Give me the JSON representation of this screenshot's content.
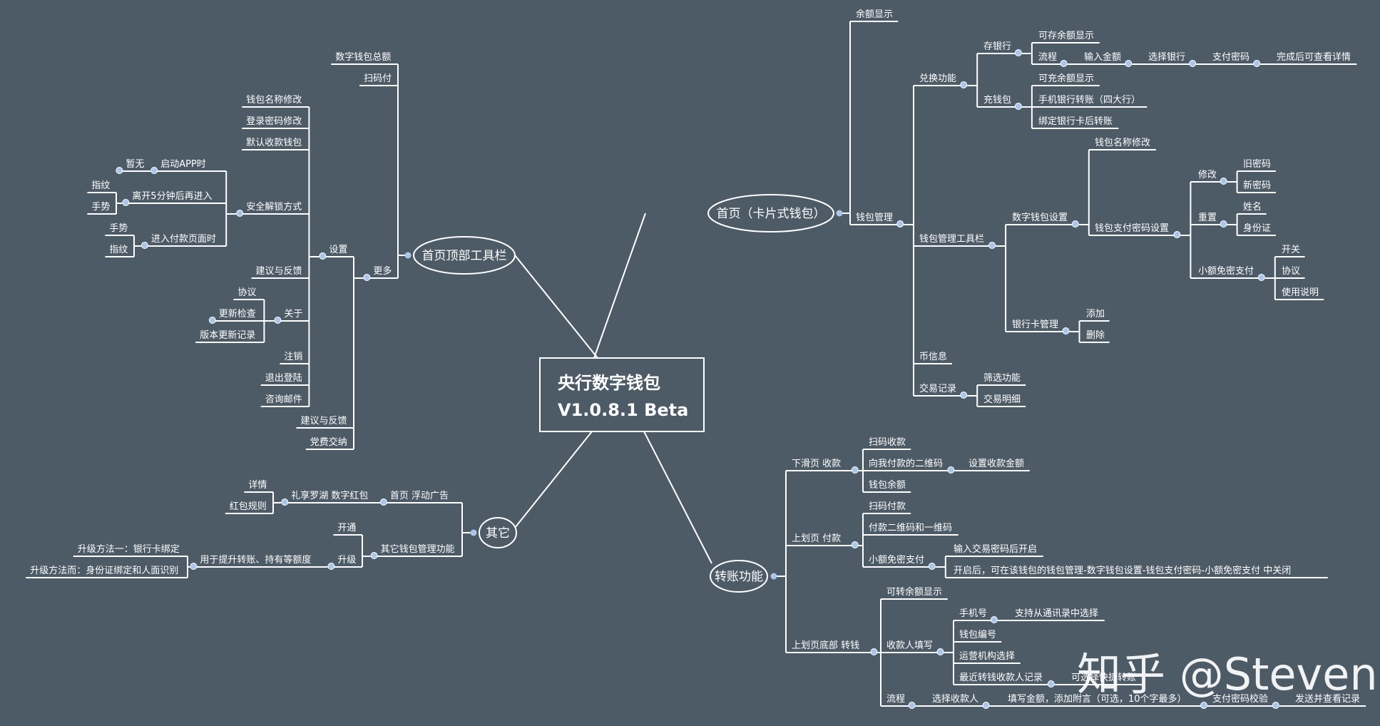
{
  "colors": {
    "background": "#4d5b66",
    "line": "#ffffff",
    "text": "#ffffff",
    "dot": "#a9c6ea"
  },
  "root": {
    "line1": "央行数字钱包",
    "line2": "V1.0.8.1 Beta"
  },
  "main": {
    "home": "首页（卡片式钱包）",
    "toolbar": "首页顶部工具栏",
    "transfer": "转账功能",
    "other": "其它"
  },
  "watermark": "知乎 @Steven",
  "nodes": {
    "h_balance": "余额显示",
    "h_exchange": "兑换功能",
    "h_deposit": "存银行",
    "h_dep_show": "可存余额显示",
    "h_dep_flow": "流程",
    "h_dep_amount": "输入金额",
    "h_dep_bank": "选择银行",
    "h_dep_pay": "支付密码",
    "h_dep_done": "完成后可查看详情",
    "h_charge": "充钱包",
    "h_chg_show": "可充余额显示",
    "h_chg_mobile": "手机银行转账（四大行）",
    "h_chg_bind": "绑定银行卡后转账",
    "h_wm": "钱包管理",
    "h_wm_tools": "钱包管理工具栏",
    "h_dws": "数字钱包设置",
    "h_dws_name": "钱包名称修改",
    "h_paypwd": "钱包支付密码设置",
    "h_pp_modify": "修改",
    "h_pp_old": "旧密码",
    "h_pp_new": "新密码",
    "h_pp_reset": "重置",
    "h_pp_name": "姓名",
    "h_pp_id": "身份证",
    "h_pp_small": "小额免密支付",
    "h_pp_switch": "开关",
    "h_pp_agree": "协议",
    "h_pp_manual": "使用说明",
    "h_card": "银行卡管理",
    "h_card_add": "添加",
    "h_card_del": "删除",
    "h_coin": "币信息",
    "h_tx": "交易记录",
    "h_tx_filter": "筛选功能",
    "h_tx_detail": "交易明细",
    "t_total": "数字钱包总额",
    "t_scan": "扫码付",
    "t_more": "更多",
    "t_settings": "设置",
    "t_s_name": "钱包名称修改",
    "t_s_login": "登录密码修改",
    "t_s_default": "默认收款钱包",
    "t_s_unlock": "安全解锁方式",
    "t_u_launch": "启动APP时",
    "t_u_none": "暂无",
    "t_u_leave": "离开5分钟后再进入",
    "t_u_leave_fp": "指纹",
    "t_u_leave_gs": "手势",
    "t_u_pay": "进入付款页面时",
    "t_u_pay_gs": "手势",
    "t_u_pay_fp": "指纹",
    "t_s_feedback": "建议与反馈",
    "t_s_about": "关于",
    "t_a_agree": "协议",
    "t_a_update": "更新检查",
    "t_a_log": "版本更新记录",
    "t_s_cancel": "注销",
    "t_s_logout": "退出登陆",
    "t_s_mail": "咨询邮件",
    "t_m_feedback": "建议与反馈",
    "t_m_party": "党费交纳",
    "r_down": "下滑页 收款",
    "r_d_scan": "扫码收款",
    "r_d_qr": "向我付款的二维码",
    "r_d_amount": "设置收款金额",
    "r_d_balance": "钱包余额",
    "r_up": "上划页 付款",
    "r_u_scan": "扫码付款",
    "r_u_code": "付款二维码和一维码",
    "r_u_small": "小额免密支付",
    "r_u_s_enable": "输入交易密码后开启",
    "r_u_s_after": "开启后，可在该钱包的钱包管理-数字钱包设置-钱包支付密码-小额免密支付 中关闭",
    "r_bottom": "上划页底部 转钱",
    "r_b_avail": "可转余额显示",
    "r_b_payee": "收款人填写",
    "r_p_phone": "手机号",
    "r_p_contacts": "支持从通讯录中选择",
    "r_p_wallet": "钱包编号",
    "r_p_org": "运营机构选择",
    "r_p_recent": "最近转钱收款人记录",
    "r_p_quick": "可选择快捷转账",
    "r_b_flow": "流程",
    "r_f_select": "选择收款人",
    "r_f_amount": "填写金额，添加附言（可选，10个字最多）",
    "r_f_verify": "支付密码校验",
    "r_f_send": "发送并查看记录",
    "o_ad": "首页 浮动广告",
    "o_ad_red": "礼享罗湖 数字红包",
    "o_ad_detail": "详情",
    "o_ad_rule": "红包规则",
    "o_mgmt": "其它钱包管理功能",
    "o_m_open": "开通",
    "o_m_up": "升级",
    "o_m_up_use": "用于提升转账、持有等额度",
    "o_m_up_1": "升级方法一：银行卡绑定",
    "o_m_up_2": "升级方法而：身份证绑定和人面识别"
  }
}
